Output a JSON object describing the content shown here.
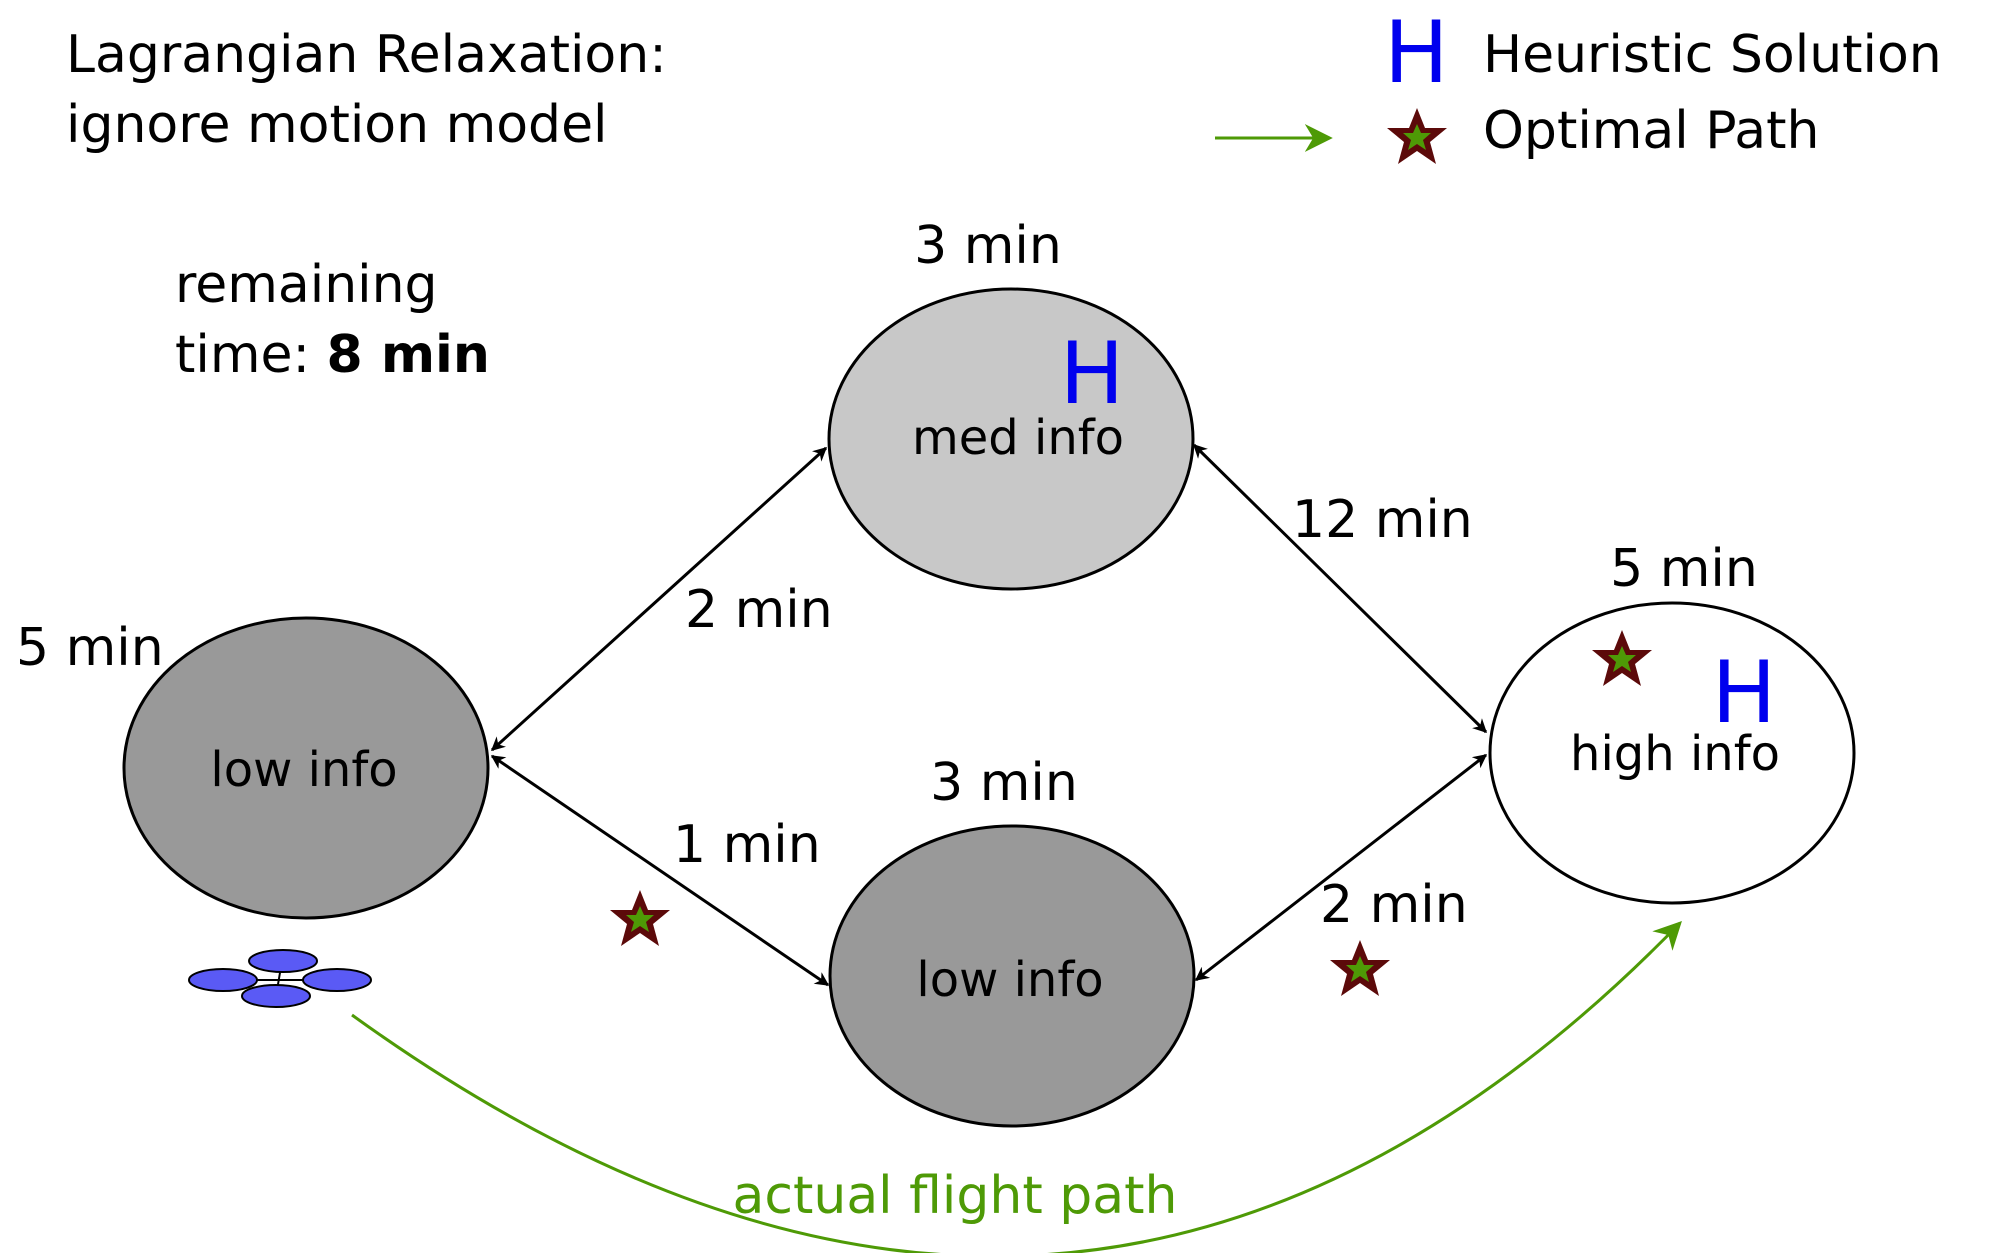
{
  "title": {
    "line1": "Lagrangian Relaxation:",
    "line2": "ignore motion model"
  },
  "legend": {
    "heuristic_symbol": "H",
    "heuristic_label": "Heuristic Solution",
    "optimal_label": "Optimal Path"
  },
  "remaining": {
    "line1": "remaining",
    "line2_prefix": "time: ",
    "line2_value": "8 min"
  },
  "nodes": {
    "low_left": {
      "label": "low info",
      "time": "5 min"
    },
    "med": {
      "label": "med info",
      "time": "3 min",
      "marker": "H"
    },
    "low_bottom": {
      "label": "low info",
      "time": "3 min"
    },
    "high": {
      "label": "high info",
      "time": "5 min",
      "marker": "H"
    }
  },
  "edges": {
    "low_left_to_med": "2 min",
    "med_to_high": "12 min",
    "low_left_to_low_bottom": "1 min",
    "low_bottom_to_high": "2 min"
  },
  "flight_path_label": "actual flight path",
  "colors": {
    "heuristic": "#0000ee",
    "flight_path": "#4e9a06",
    "star_fill": "#4e9a06",
    "star_stroke": "#5c0a0a",
    "drone": "#5a5af5",
    "node_med": "#c8c8c8",
    "node_low": "#999999",
    "node_high": "#ffffff"
  }
}
